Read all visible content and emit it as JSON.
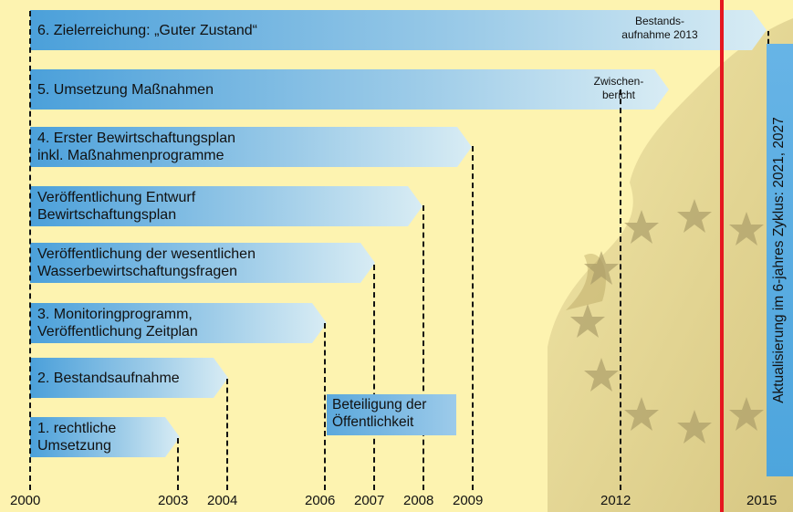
{
  "timeline": {
    "arrows": [
      {
        "label": "6. Zielerreichung: „Guter Zustand“"
      },
      {
        "label": "5. Umsetzung Maßnahmen"
      },
      {
        "label": "4. Erster Bewirtschaftungsplan\n    inkl. Maßnahmenprogramme"
      },
      {
        "label": "    Veröffentlichung Entwurf\n    Bewirtschaftungsplan"
      },
      {
        "label": "    Veröffentlichung der wesentlichen\n    Wasserbewirtschaftungsfragen"
      },
      {
        "label": "3. Monitoringprogramm,\n    Veröffentlichung Zeitplan"
      },
      {
        "label": "2. Bestandsaufnahme"
      },
      {
        "label": "1. rechtliche\n    Umsetzung"
      }
    ],
    "notes": {
      "bestandsaufnahme": "Bestands-\naufnahme 2013",
      "zwischenbericht": "Zwischen-\nbericht"
    },
    "beteiligung": "Beteiligung der\nÖffentlichkeit",
    "vertical_label": "Aktualisierung im 6-jahres Zyklus: 2021, 2027",
    "years": [
      "2000",
      "2003",
      "2004",
      "2006",
      "2007",
      "2008",
      "2009",
      "2012",
      "2015"
    ]
  },
  "colors": {
    "arrow_start": "#4ba0da",
    "arrow_end": "#d8ecf4",
    "background": "#fdf3b0",
    "marker": "#e5161f"
  }
}
